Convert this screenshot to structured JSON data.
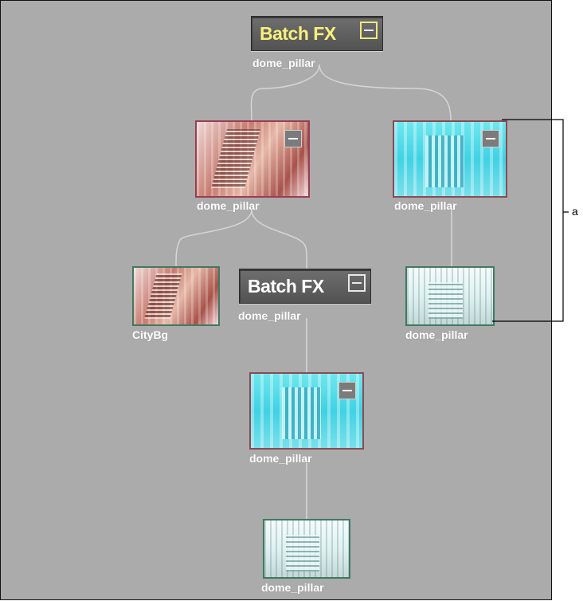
{
  "batch_nodes": [
    {
      "title": "Batch FX",
      "label": "dome_pillar"
    },
    {
      "title": "Batch FX",
      "label": "dome_pillar"
    }
  ],
  "clip_nodes": [
    {
      "label": "dome_pillar",
      "image": "city-street",
      "collapsed_button": true
    },
    {
      "label": "dome_pillar",
      "image": "cyan-pillar",
      "collapsed_button": true
    },
    {
      "label": "CityBg",
      "image": "city-street",
      "collapsed_button": false
    },
    {
      "label": "dome_pillar",
      "image": "sketch-pillar",
      "collapsed_button": false
    },
    {
      "label": "dome_pillar",
      "image": "cyan-pillar",
      "collapsed_button": true
    },
    {
      "label": "dome_pillar",
      "image": "sketch-pillar",
      "collapsed_button": false
    }
  ],
  "callout": {
    "letter": "a"
  },
  "colors": {
    "canvas_bg": "#ababab",
    "batch_title_top": "#f7f07a",
    "batch_title_inner": "#ffffff",
    "connector": "#d6d6d6",
    "selected_border": "#9a3e54",
    "unselected_border": "#3f7a60"
  }
}
